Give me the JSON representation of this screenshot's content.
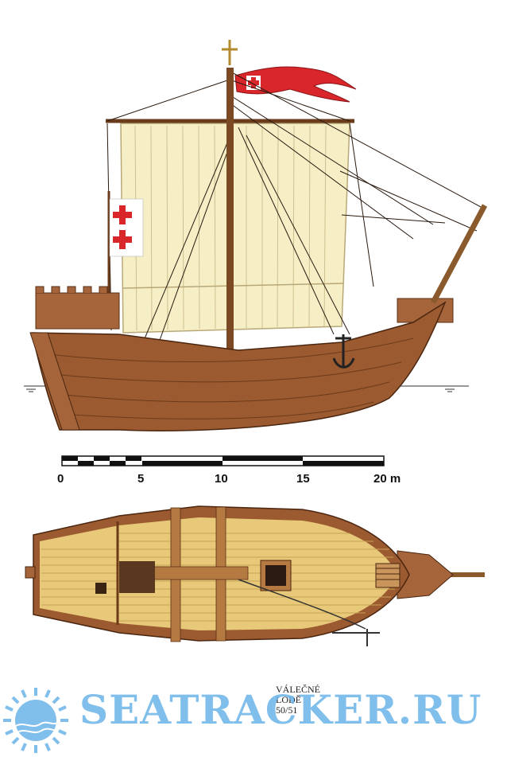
{
  "scale": {
    "labels": [
      "0",
      "5",
      "10",
      "15",
      "20 m"
    ]
  },
  "caption": {
    "line1": "VÁLEČNÉ",
    "line2": "LODĚ",
    "line3": "50/51"
  },
  "watermark": {
    "text": "SEATRACKER.RU"
  },
  "colors": {
    "hull": "#9b5a30",
    "sail": "#f6efc6",
    "deck": "#e8c879",
    "flag_red": "#d9262b",
    "watermark": "#6bb3e8"
  }
}
